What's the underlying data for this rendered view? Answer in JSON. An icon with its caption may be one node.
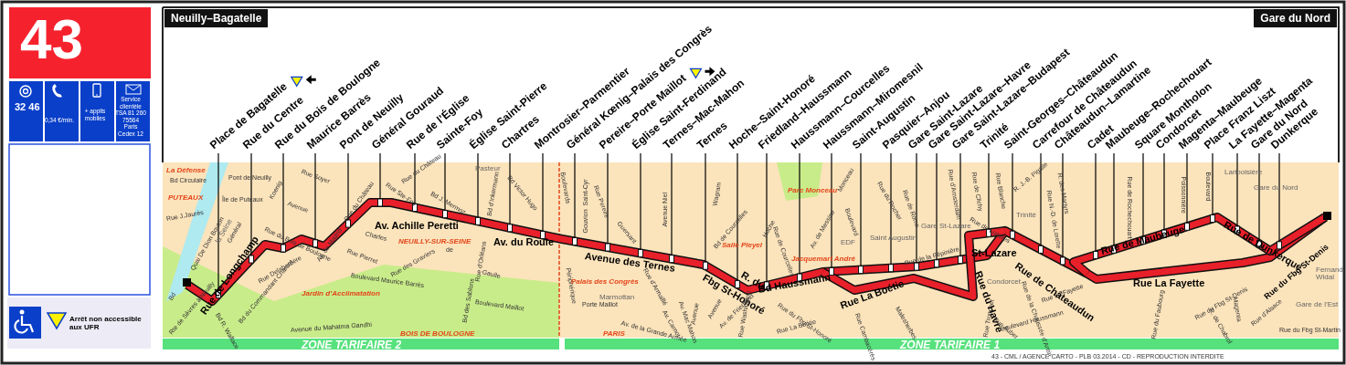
{
  "diagram": {
    "nodes": [
      {
        "text": [
          "Neuilly–Bagatelle"
        ]
      },
      {
        "text": [
          "Gare du Nord"
        ]
      },
      {
        "text": [
          "Place de Bagatelle"
        ]
      },
      {
        "text": [
          "Rue du Centre"
        ]
      },
      {
        "text": [
          "Rue du Bois de Boulogne"
        ]
      },
      {
        "text": [
          "Maurice Barrès"
        ]
      },
      {
        "text": [
          "Pont de Neuilly"
        ]
      },
      {
        "text": [
          "Général Gouraud"
        ]
      },
      {
        "text": [
          "Rue de l’Église"
        ]
      },
      {
        "text": [
          "Sainte-Foy"
        ]
      },
      {
        "text": [
          "Église Saint-Pierre"
        ]
      },
      {
        "text": [
          "Chartres"
        ]
      },
      {
        "text": [
          "Montrosier–Parmentier"
        ]
      },
      {
        "text": [
          "Général Kœnig–Palais des Congrès"
        ]
      },
      {
        "text": [
          "Pereire–Porte Maillot"
        ]
      },
      {
        "text": [
          "Église Saint-Ferdinand"
        ]
      },
      {
        "text": [
          "Ternes–Mac-Mahon"
        ]
      },
      {
        "text": [
          "Ternes"
        ]
      },
      {
        "text": [
          "Hoche–Saint-Honoré"
        ]
      },
      {
        "text": [
          "Friedland–Haussmann"
        ]
      },
      {
        "text": [
          "Haussmann–Courcelles"
        ]
      },
      {
        "text": [
          "Haussmann–Miromesnil"
        ]
      },
      {
        "text": [
          "Saint-Augustin"
        ]
      },
      {
        "text": [
          "Pasquier–Anjou"
        ]
      },
      {
        "text": [
          "Gare Saint-Lazare"
        ]
      },
      {
        "text": [
          "Gare Saint-Lazare–Havre"
        ]
      },
      {
        "text": [
          "Gare Saint-Lazare–Budapest"
        ]
      },
      {
        "text": [
          "Trinité"
        ]
      },
      {
        "text": [
          "Saint-Georges–Châteaudun"
        ]
      },
      {
        "text": [
          "Carrefour de Châteaudun"
        ]
      },
      {
        "text": [
          "Châteaudun–Lamartine"
        ]
      },
      {
        "text": [
          "Cadet"
        ]
      },
      {
        "text": [
          "Maubeuge–Rochechouart"
        ]
      },
      {
        "text": [
          "Square Montholon"
        ]
      },
      {
        "text": [
          "Condorcet"
        ]
      },
      {
        "text": [
          "Magenta–Maubeuge"
        ]
      },
      {
        "text": [
          "Place Franz Liszt"
        ]
      },
      {
        "text": [
          "La Fayette–Magenta"
        ]
      },
      {
        "text": [
          "Gare du Nord"
        ]
      },
      {
        "text": [
          "Dunkerque"
        ]
      },
      {
        "text": [],
        "shape": "bar"
      },
      {
        "text": [],
        "shape": "bar"
      },
      {
        "text": [],
        "shape": "bar"
      },
      {
        "text": [],
        "shape": "bar"
      },
      {
        "text": [],
        "shape": "bar"
      },
      {
        "text": [],
        "shape": "bar"
      },
      {
        "text": [],
        "shape": "bar"
      },
      {
        "text": [],
        "shape": "bar"
      },
      {
        "text": [],
        "shape": "bar"
      },
      {
        "text": [],
        "shape": "bar"
      },
      {
        "text": [],
        "shape": "bar"
      },
      {
        "text": [],
        "shape": "bar"
      },
      {
        "text": [],
        "shape": "bar"
      },
      {
        "text": [],
        "shape": "bar"
      },
      {
        "text": [],
        "shape": "bar"
      },
      {
        "text": [],
        "shape": "bar"
      },
      {
        "text": [],
        "shape": "bar"
      },
      {
        "text": [],
        "shape": "bar"
      },
      {
        "text": [],
        "shape": "bar"
      },
      {
        "text": [],
        "shape": "bar"
      },
      {
        "text": [],
        "shape": "bar"
      },
      {
        "text": [],
        "shape": "bar"
      },
      {
        "text": [],
        "shape": "bar"
      },
      {
        "text": [],
        "shape": "bar"
      },
      {
        "text": [],
        "shape": "bar"
      },
      {
        "text": [],
        "shape": "bar"
      },
      {
        "text": [],
        "shape": "bar"
      },
      {
        "text": [],
        "shape": "bar"
      },
      {
        "text": [],
        "shape": "bar"
      },
      {
        "text": [],
        "shape": "bar"
      },
      {
        "text": [],
        "shape": "bar"
      },
      {
        "text": [],
        "shape": "bar"
      },
      {
        "text": [],
        "shape": "bar"
      },
      {
        "text": [],
        "shape": "bar"
      },
      {
        "text": [],
        "shape": "bar"
      },
      {
        "text": [],
        "shape": "bar"
      },
      {
        "text": [],
        "shape": "bar"
      },
      {
        "text": [],
        "shape": "bar"
      }
    ],
    "edges": [
      {
        "from": 2,
        "to": 40,
        "arrow": "none"
      },
      {
        "from": 3,
        "to": 41,
        "arrow": "none"
      },
      {
        "from": 4,
        "to": 42,
        "arrow": "none"
      },
      {
        "from": 5,
        "to": 43,
        "arrow": "none"
      },
      {
        "from": 6,
        "to": 44,
        "arrow": "none"
      },
      {
        "from": 7,
        "to": 45,
        "arrow": "none"
      },
      {
        "from": 8,
        "to": 46,
        "arrow": "none"
      },
      {
        "from": 9,
        "to": 47,
        "arrow": "none"
      },
      {
        "from": 10,
        "to": 48,
        "arrow": "none"
      },
      {
        "from": 11,
        "to": 49,
        "arrow": "none"
      },
      {
        "from": 12,
        "to": 50,
        "arrow": "none"
      },
      {
        "from": 13,
        "to": 51,
        "arrow": "none"
      },
      {
        "from": 14,
        "to": 52,
        "arrow": "none"
      },
      {
        "from": 15,
        "to": 53,
        "arrow": "none"
      },
      {
        "from": 16,
        "to": 54,
        "arrow": "none"
      },
      {
        "from": 17,
        "to": 55,
        "arrow": "none"
      },
      {
        "from": 18,
        "to": 56,
        "arrow": "none"
      },
      {
        "from": 19,
        "to": 57,
        "arrow": "none"
      },
      {
        "from": 20,
        "to": 58,
        "arrow": "none"
      },
      {
        "from": 21,
        "to": 59,
        "arrow": "none"
      },
      {
        "from": 22,
        "to": 60,
        "arrow": "none"
      },
      {
        "from": 23,
        "to": 61,
        "arrow": "none"
      },
      {
        "from": 24,
        "to": 62,
        "arrow": "none"
      },
      {
        "from": 25,
        "to": 63,
        "arrow": "none"
      },
      {
        "from": 26,
        "to": 64,
        "arrow": "none"
      },
      {
        "from": 27,
        "to": 65,
        "arrow": "none"
      },
      {
        "from": 28,
        "to": 66,
        "arrow": "none"
      },
      {
        "from": 29,
        "to": 67,
        "arrow": "none"
      },
      {
        "from": 30,
        "to": 68,
        "arrow": "none"
      },
      {
        "from": 31,
        "to": 69,
        "arrow": "none"
      },
      {
        "from": 32,
        "to": 70,
        "arrow": "none"
      },
      {
        "from": 33,
        "to": 71,
        "arrow": "none"
      },
      {
        "from": 34,
        "to": 72,
        "arrow": "none"
      },
      {
        "from": 35,
        "to": 73,
        "arrow": "none"
      },
      {
        "from": 36,
        "to": 74,
        "arrow": "none"
      },
      {
        "from": 37,
        "to": 75,
        "arrow": "none"
      },
      {
        "from": 38,
        "to": 76,
        "arrow": "none"
      },
      {
        "from": 39,
        "to": 77,
        "arrow": "none"
      }
    ],
    "labels": [
      "43",
      "32 46",
      "0,34 €/min.",
      "+ applis mobiles",
      "Service clientèle TSA 81 260 75564 Paris Cedex 12",
      "La Défense",
      "Bd Circulaire",
      "PUTEAUX",
      "Rue J.Jaurès",
      "Quai De Dion Bouton",
      "Pont de Neuilly",
      "Île de Puteaux",
      "la Seine",
      "Rue Soyer",
      "Avenue",
      "Koenig",
      "Général",
      "Rue de Longchamp",
      "Rue du Bois de Boulogne",
      "Rue Delabordère",
      "Av. de Madrid",
      "Rue du Château",
      "Av. Achille Peretti",
      "Av. du Roule",
      "Rue Ste-Foy",
      "Rue du Château",
      "Bd J. Mermoz",
      "Pasteur",
      "Bd d’Inkermann",
      "Bd Victor Hugo",
      "Charles",
      "Rue Pierret",
      "NEUILLY-SUR-SEINE",
      "Rue des Graviers",
      "de",
      "Gaulle",
      "Rue d’Orléans",
      "Boulevard Maurice Barrès",
      "Boulevard Maillot",
      "Jardin d’Acclimatation",
      "Bd du Commandant Charcot",
      "Bd R. Wallace",
      "Rte de Sèvres à Neuilly",
      "Bd",
      "Avenue du Mahatma Gandhi",
      "Bd des Sablons",
      "BOIS DE BOULOGNE",
      "Boulevards",
      "Périphérique",
      "Saint-Cyr",
      "Gouvion",
      "Rue Pereire",
      "Guersant",
      "Avenue Niel",
      "Wagram",
      "Avenue des Ternes",
      "Bd de Courcelles",
      "Salle Pleyel",
      "Hoche",
      "Fbg St-Honoré",
      "R. du",
      "Bd Haussmann",
      "Parc Monceau",
      "Monceau",
      "Rue de Courcelles",
      "Av. de Messine",
      "EDF",
      "Jacquemart André",
      "Palais des Congrès",
      "Porte Maillot",
      "Marmottan",
      "Rue d’Armaillé",
      "Av. Carnot",
      "Av. Mac Mahon",
      "Avenue",
      "Avenue",
      "Av. de Friedland",
      "Av. de la Grande Armée",
      "PARIS",
      "Rue Washington",
      "Rue du Fbg St-Honoré",
      "Rue La Boétie",
      "Rue La Boétie",
      "Boulevard",
      "Saint Augustin",
      "Rue de la Pépinière",
      "Rue du Rocher",
      "Rue de Rome",
      "Rue Cambacérès",
      "Malesherbes",
      "Gare St-Lazare",
      "Rue d’Amsterdam",
      "Rue de Londres",
      "Rue de Clichy",
      "Rue Blanche",
      "Trinité",
      "St-Lazare",
      "Rue du Havre",
      "Rue Tronchet",
      "Rue Auber",
      "Boulevard Haussmann",
      "Rue de la Chaussée d’Antin",
      "Condorcet",
      "Rue La Fayette",
      "R. J.-B. Pigalle",
      "Rue N.-D. de Lorette",
      "R. des Martyrs",
      "Rue de Châteaudun",
      "Rue de Rochechouart",
      "Rue de Maubeuge",
      "Poissonnière",
      "Rue du Faubourg",
      "Rue La Fayette",
      "Rue du Fbg St-Denis",
      "R. de Chabrol",
      "Magenta",
      "Rue d’Alsace",
      "Boulevard",
      "Lariboisière",
      "Gare du Nord",
      "Rue de Dunkerque",
      "Rue du Fbg St-Denis",
      "Fernand Widal",
      "Gare de l’Est",
      "Rue du Fbg St-Martin",
      "ZONE TARIFAIRE 2",
      "ZONE TARIFAIRE 1",
      "43 - CML / AGENCE CARTO - PLB 03.2014 - CD - REPRODUCTION INTERDITE"
    ],
    "legend": [
      {
        "text": "Arrêt non accessible aux UFR"
      }
    ]
  }
}
